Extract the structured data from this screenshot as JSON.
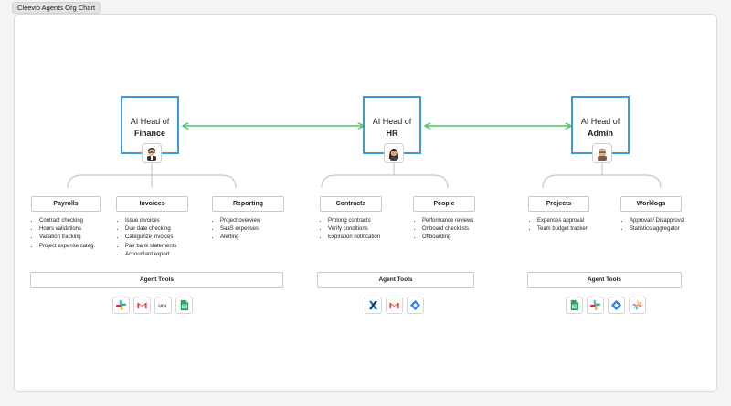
{
  "tab_label": "Cleevio Agents Org Chart",
  "heads": [
    {
      "line1": "AI Head of",
      "line2": "Finance"
    },
    {
      "line1": "AI Head of",
      "line2": "HR"
    },
    {
      "line1": "AI Head of",
      "line2": "Admin"
    }
  ],
  "categories": [
    {
      "name": "Payrolls",
      "items": [
        "Contract checking",
        "Hours validations",
        "Vacation tracking",
        "Project expense categ."
      ]
    },
    {
      "name": "Invoices",
      "items": [
        "Issue invoices",
        "Due date checking",
        "Categorize invoices",
        "Pair bank statements",
        "Accountant export"
      ]
    },
    {
      "name": "Reporting",
      "items": [
        "Project overview",
        "SaaS expenses",
        "Alerting"
      ]
    },
    {
      "name": "Contracts",
      "items": [
        "Prolong contracts",
        "Verify conditions",
        "Expiration notification"
      ]
    },
    {
      "name": "People",
      "items": [
        "Performance reviews",
        "Onboard checklists",
        "Offboarding"
      ]
    },
    {
      "name": "Projects",
      "items": [
        "Expenses approval",
        "Team budget tracker"
      ]
    },
    {
      "name": "Worklogs",
      "items": [
        "Approval / Disapproval",
        "Statistics aggregator"
      ]
    }
  ],
  "agent_tools_label": "Agent Tools",
  "tool_groups": [
    [
      "slack-icon",
      "gmail-icon",
      "uol-icon",
      "google-sheets-icon"
    ],
    [
      "x-app-icon",
      "gmail-icon",
      "jira-icon"
    ],
    [
      "google-sheets-icon",
      "slack-icon",
      "jira-icon",
      "pinwheel-icon"
    ]
  ],
  "uol_text": "UOL",
  "colors": {
    "head_border": "#3a9bd9",
    "arrow": "#4cc46a",
    "connector": "#c8c8cc"
  }
}
